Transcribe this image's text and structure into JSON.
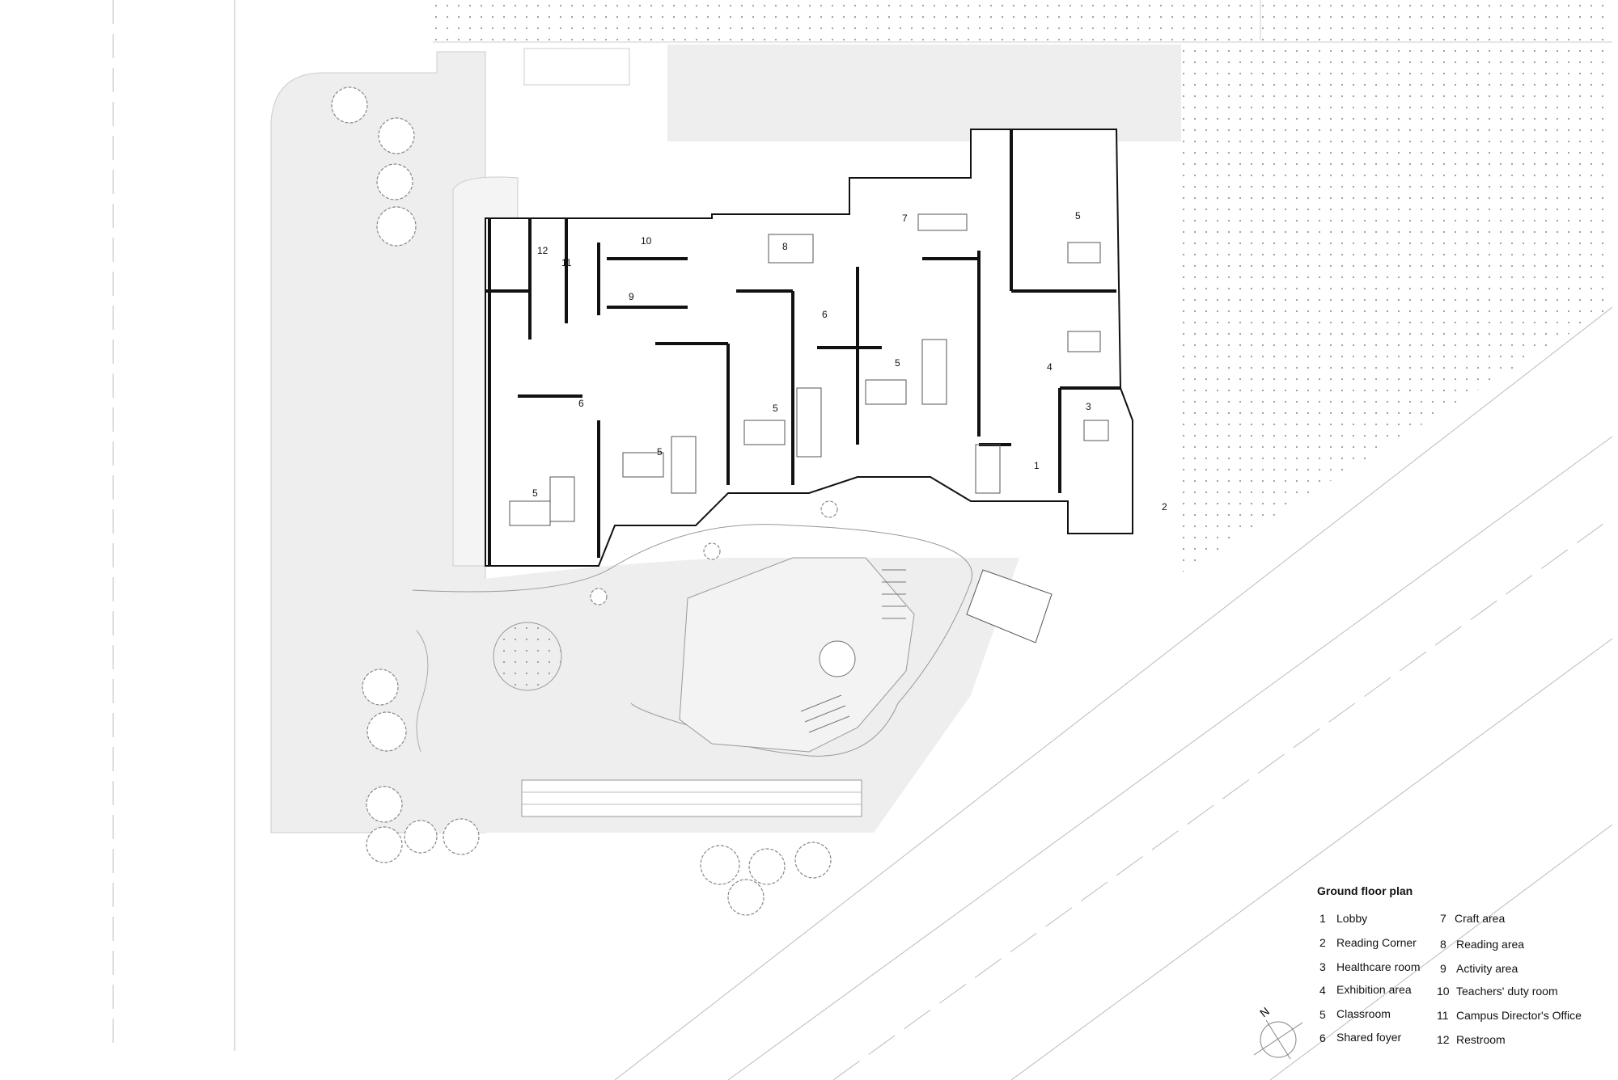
{
  "plan_labels": [
    {
      "n": "1"
    },
    {
      "n": "2"
    },
    {
      "n": "3"
    },
    {
      "n": "4"
    },
    {
      "n": "5"
    },
    {
      "n": "5"
    },
    {
      "n": "5"
    },
    {
      "n": "5"
    },
    {
      "n": "5"
    },
    {
      "n": "6"
    },
    {
      "n": "6"
    },
    {
      "n": "7"
    },
    {
      "n": "8"
    },
    {
      "n": "9"
    },
    {
      "n": "10"
    },
    {
      "n": "11"
    },
    {
      "n": "12"
    }
  ],
  "legend": {
    "title": "Ground floor plan",
    "items": [
      {
        "n": "1",
        "label": "Lobby"
      },
      {
        "n": "2",
        "label": "Reading Corner"
      },
      {
        "n": "3",
        "label": "Healthcare room"
      },
      {
        "n": "4",
        "label": "Exhibition area"
      },
      {
        "n": "5",
        "label": "Classroom"
      },
      {
        "n": "6",
        "label": "Shared foyer"
      },
      {
        "n": "7",
        "label": "Craft area"
      },
      {
        "n": "8",
        "label": "Reading area"
      },
      {
        "n": "9",
        "label": "Activity area"
      },
      {
        "n": "10",
        "label": "Teachers' duty room"
      },
      {
        "n": "11",
        "label": "Campus Director's Office"
      },
      {
        "n": "12",
        "label": "Restroom"
      }
    ]
  },
  "compass": {
    "label": "N",
    "icon": "north-arrow-icon"
  },
  "colors": {
    "ground": "#eeeeee",
    "wall": "#111111",
    "line": "#bbbbbb"
  }
}
